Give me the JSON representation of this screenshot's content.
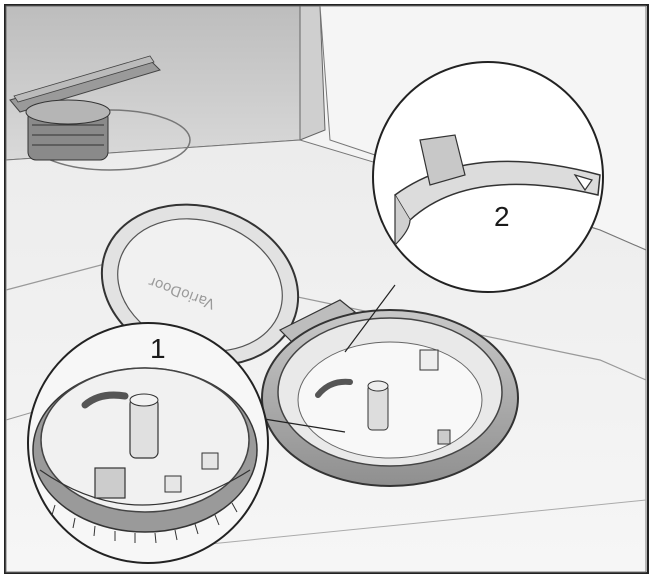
{
  "figure": {
    "callouts": [
      {
        "label": "1"
      },
      {
        "label": "2"
      }
    ],
    "lid_brand": "VarioDoor"
  }
}
